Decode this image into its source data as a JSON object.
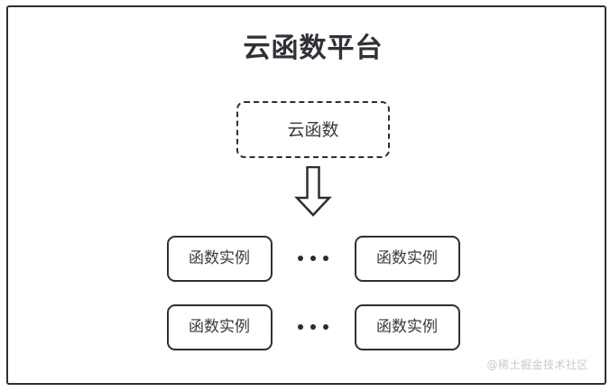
{
  "diagram": {
    "platform": {
      "title": "云函数平台"
    },
    "cloud_function": {
      "label": "云函数",
      "border_style": "dashed"
    },
    "arrow": {
      "direction": "down",
      "style": "hollow-block-arrow"
    },
    "instance_rows": [
      {
        "left_label": "函数实例",
        "ellipsis": "•••",
        "right_label": "函数实例"
      },
      {
        "left_label": "函数实例",
        "ellipsis": "•••",
        "right_label": "函数实例"
      }
    ],
    "watermark": "@稀土掘金技术社区",
    "colors": {
      "stroke": "#2f2f33",
      "text": "#3a3a3e",
      "title": "#2f3136",
      "background": "#ffffff",
      "watermark": "#c9c9cd"
    }
  }
}
